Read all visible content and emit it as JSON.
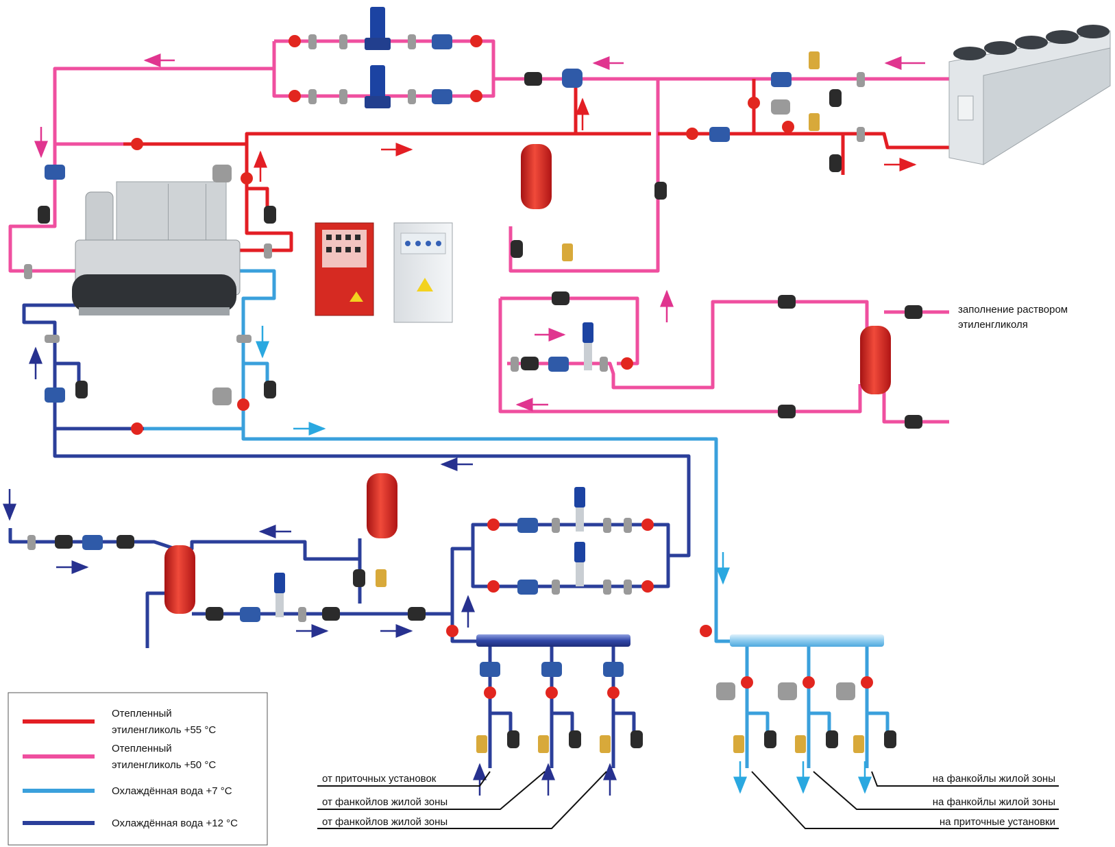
{
  "colors": {
    "hot_55": "#e31e24",
    "hot_50": "#ef4f9f",
    "cold_7": "#3aa0dc",
    "cold_12": "#2b3f9a",
    "tank": "#d82020",
    "valve_red": "#e2261f",
    "valve_blue": "#2f5aa8",
    "pump_blue": "#1c43a2",
    "fitting_gray": "#9a9a9a",
    "brass": "#d8a93a"
  },
  "labels": {
    "fill": [
      "заполнение раствором",
      "этиленгликоля"
    ],
    "bottom_left": [
      "от приточных установок",
      "от фанкойлов жилой зоны",
      "от фанкойлов жилой зоны"
    ],
    "bottom_right": [
      "на фанкойлы жилой зоны",
      "на фанкойлы жилой зоны",
      "на приточные установки"
    ]
  },
  "legend": [
    {
      "lines": [
        "Отепленный",
        "этиленгликоль +55 °С"
      ],
      "color": "#e31e24"
    },
    {
      "lines": [
        "Отепленный",
        "этиленгликоль +50 °С"
      ],
      "color": "#ef4f9f"
    },
    {
      "lines": [
        "Охлаждённая вода +7 °С"
      ],
      "color": "#3aa0dc"
    },
    {
      "lines": [
        "Охлаждённая вода +12 °С"
      ],
      "color": "#2b3f9a"
    }
  ],
  "icons": [
    "chiller-icon",
    "dry-cooler-icon",
    "control-cabinet-icon",
    "expansion-tank-icon",
    "pump-icon",
    "valve-icon",
    "filter-icon",
    "safety-valve-icon"
  ]
}
